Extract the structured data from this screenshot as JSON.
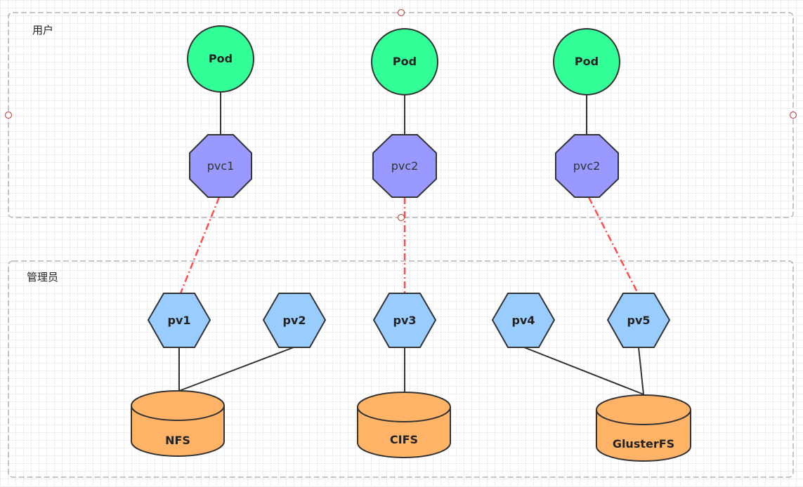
{
  "colors": {
    "pod_fill": "#33ff99",
    "pvc_fill": "#9999ff",
    "pv_fill": "#99ccff",
    "storage_fill": "#ffb366",
    "binding_line": "#ff4d4d",
    "group_border": "#b3b3b3"
  },
  "groups": {
    "user": {
      "label": "用户"
    },
    "admin": {
      "label": "管理员"
    }
  },
  "nodes": {
    "pod1": "Pod",
    "pod2": "Pod",
    "pod3": "Pod",
    "pvc1": "pvc1",
    "pvc2": "pvc2",
    "pvc3": "pvc2",
    "pv1": "pv1",
    "pv2": "pv2",
    "pv3": "pv3",
    "pv4": "pv4",
    "pv5": "pv5",
    "nfs": "NFS",
    "cifs": "CIFS",
    "glusterfs": "GlusterFS"
  },
  "edges": [
    {
      "from": "pod1",
      "to": "pvc1",
      "style": "solid"
    },
    {
      "from": "pod2",
      "to": "pvc2",
      "style": "solid"
    },
    {
      "from": "pod3",
      "to": "pvc3",
      "style": "solid"
    },
    {
      "from": "pvc1",
      "to": "pv1",
      "style": "dash-dot"
    },
    {
      "from": "pvc2",
      "to": "pv3",
      "style": "dash-dot"
    },
    {
      "from": "pvc3",
      "to": "pv5",
      "style": "dash-dot"
    },
    {
      "from": "pv1",
      "to": "nfs",
      "style": "solid"
    },
    {
      "from": "pv2",
      "to": "nfs",
      "style": "solid"
    },
    {
      "from": "pv3",
      "to": "cifs",
      "style": "solid"
    },
    {
      "from": "pv4",
      "to": "glusterfs",
      "style": "solid"
    },
    {
      "from": "pv5",
      "to": "glusterfs",
      "style": "solid"
    }
  ]
}
